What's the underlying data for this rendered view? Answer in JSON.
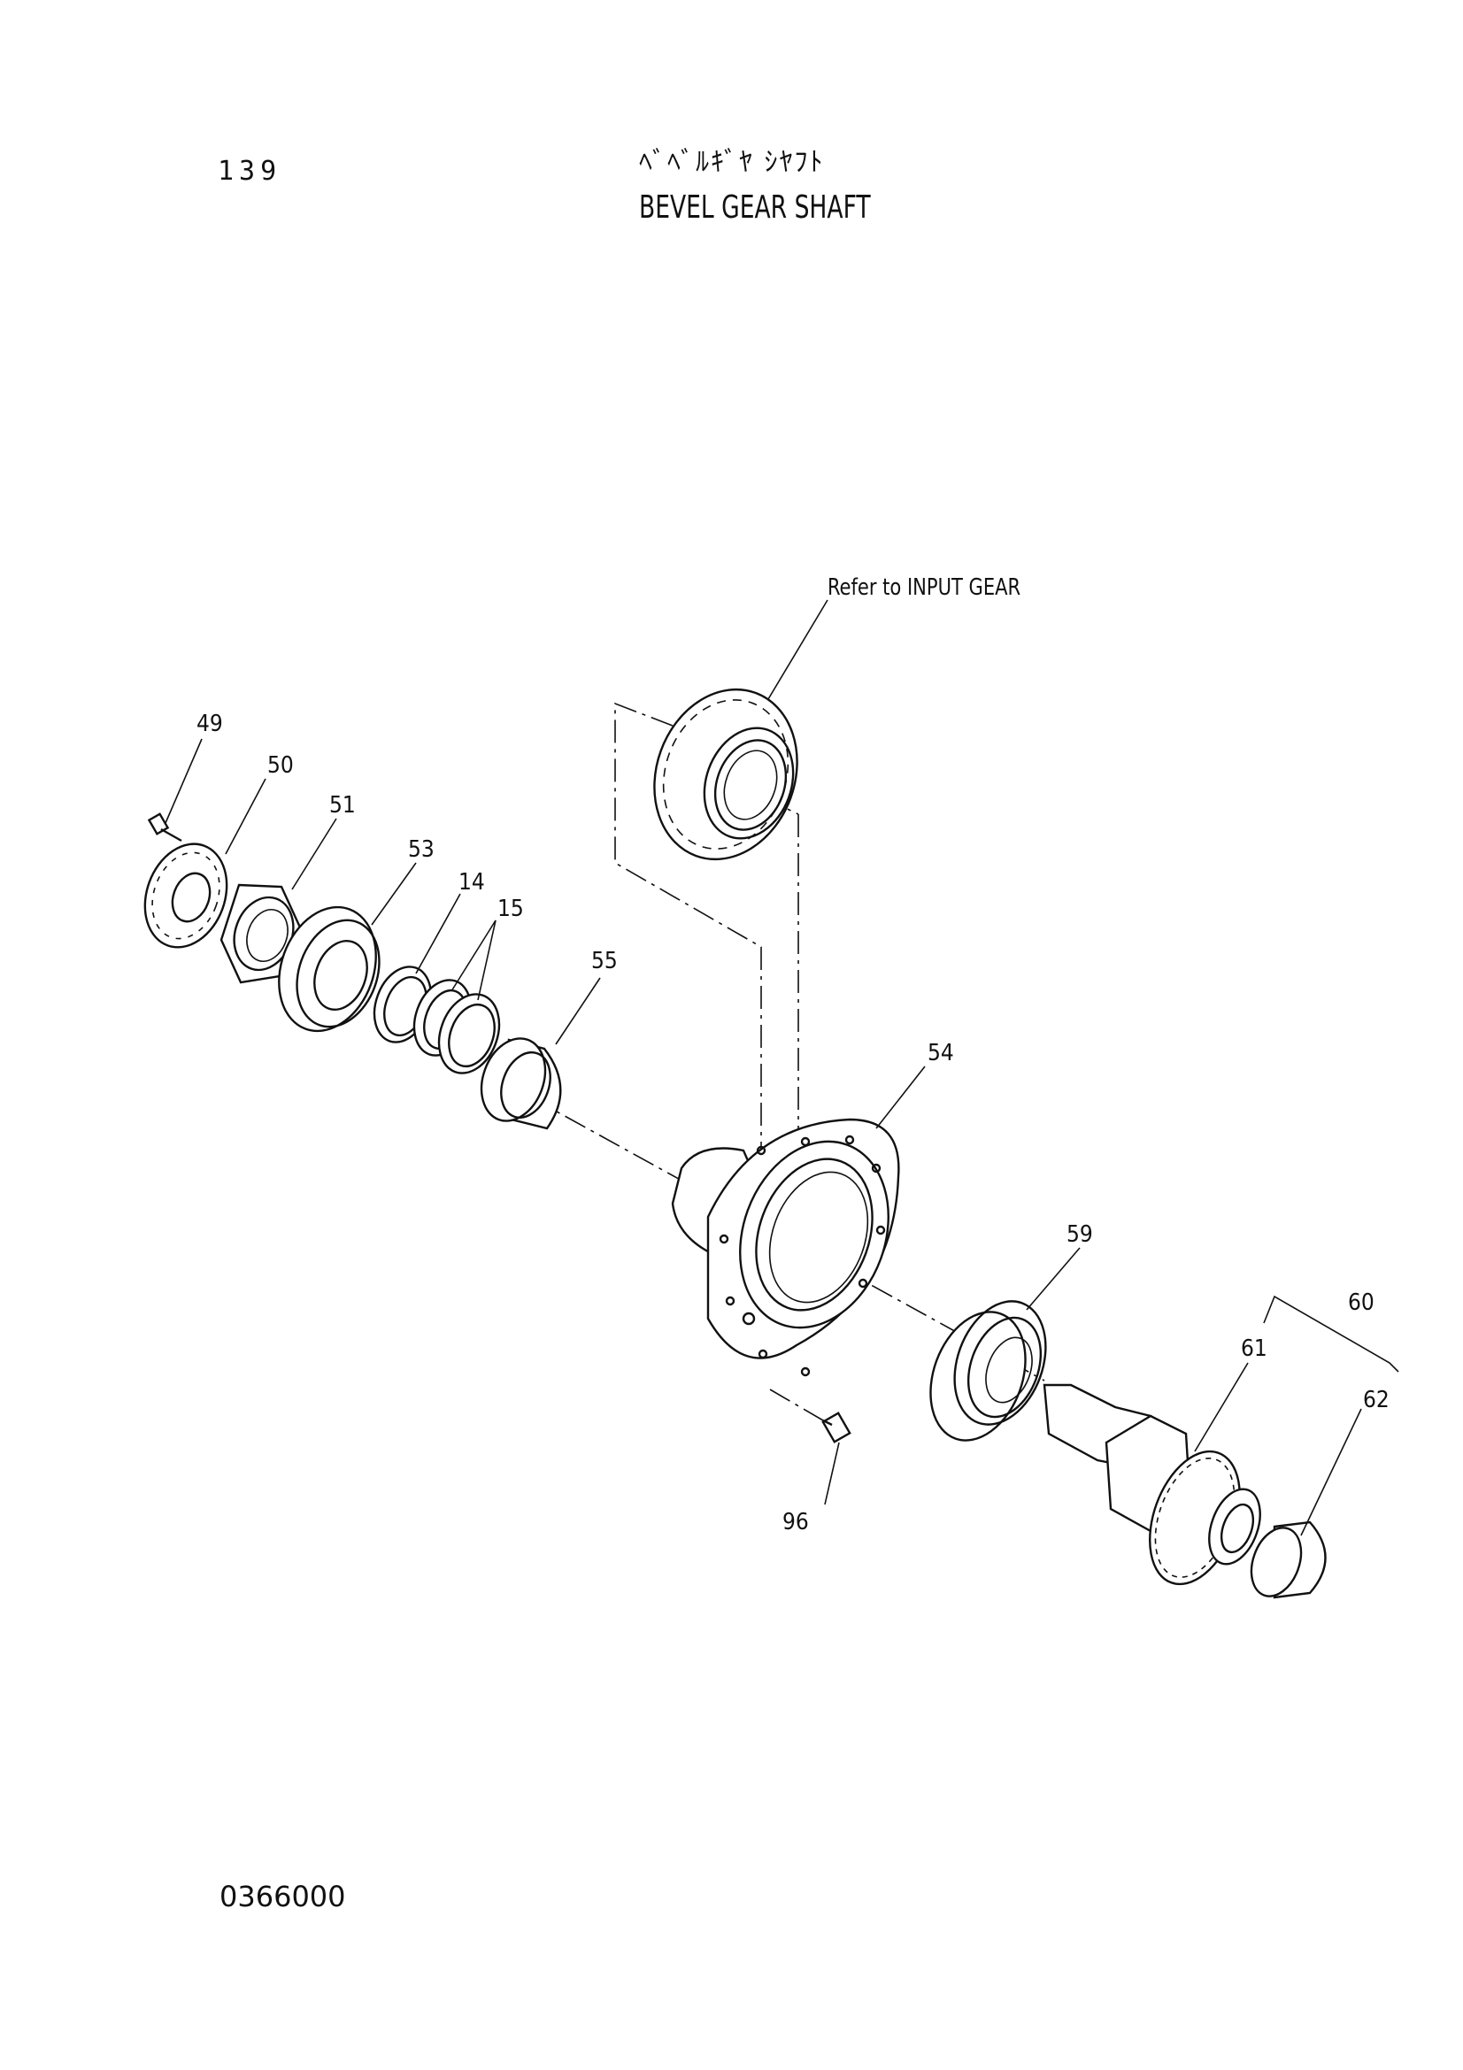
{
  "header": {
    "page_number": "139",
    "title_jp": "ﾍﾞﾍﾞﾙｷﾞﾔ ｼﾔﾌﾄ",
    "title_en": "BEVEL GEAR SHAFT"
  },
  "footer": {
    "diagram_number": "0366000"
  },
  "diagram": {
    "note": "Refer to INPUT GEAR",
    "callouts": [
      "49",
      "50",
      "51",
      "53",
      "14",
      "15",
      "55",
      "54",
      "59",
      "60",
      "61",
      "62",
      "96"
    ]
  }
}
